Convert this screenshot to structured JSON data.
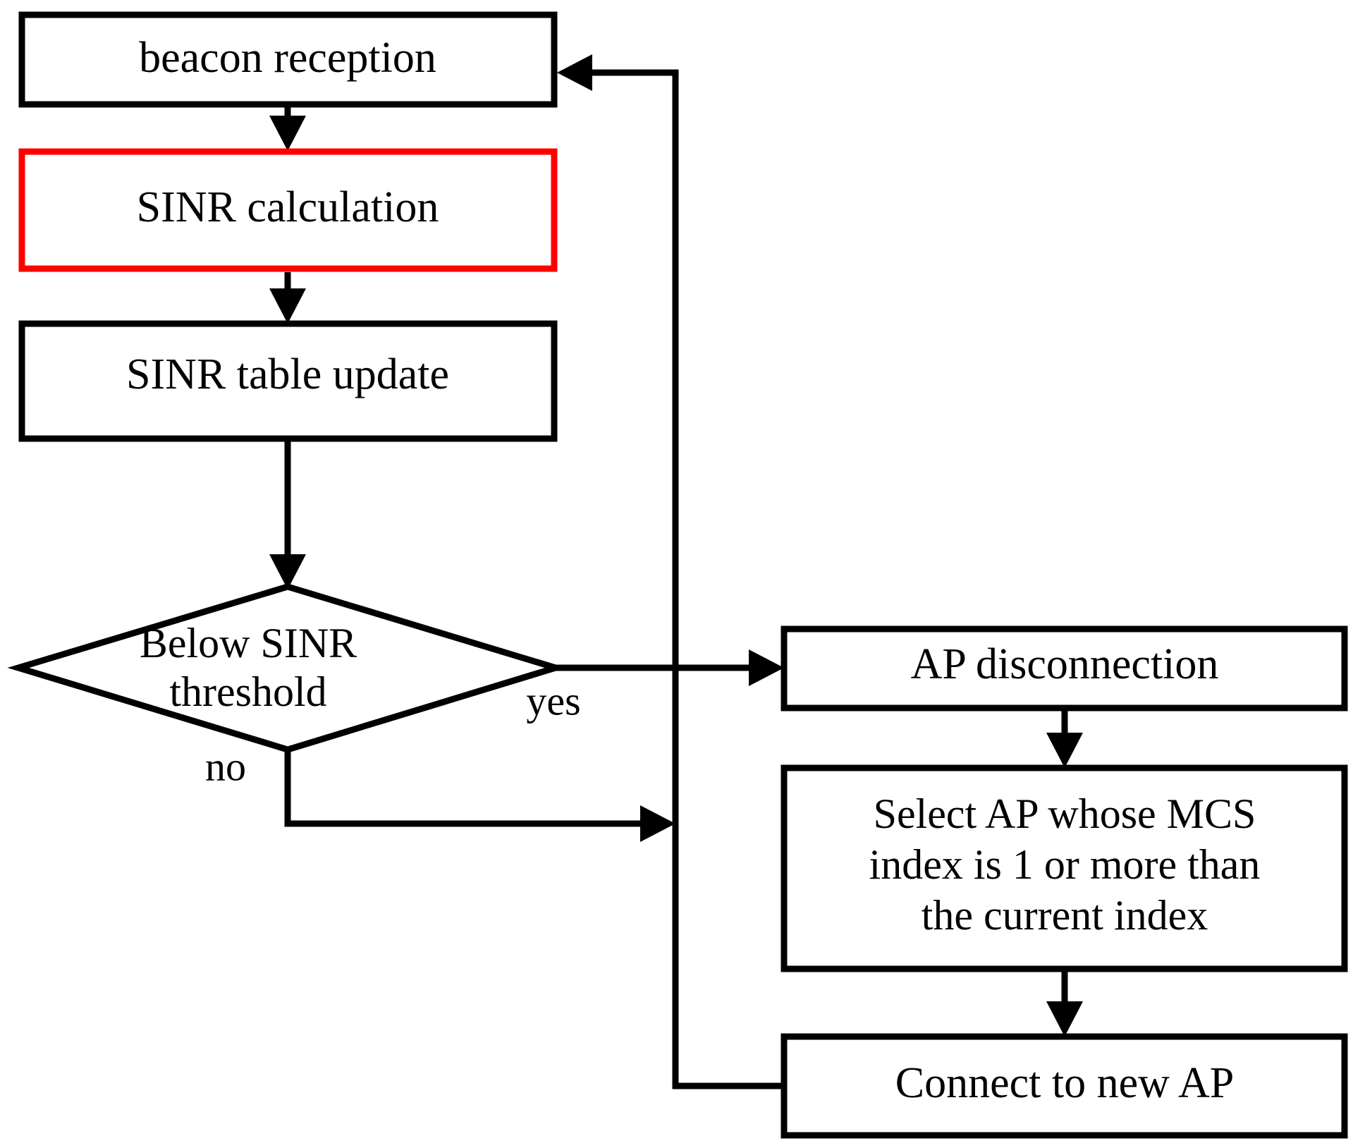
{
  "diagram": {
    "type": "flowchart",
    "title": "",
    "background_color": "#ffffff",
    "default_stroke_color": "#000000",
    "accent_stroke_color": "#ff0000",
    "nodes": {
      "beacon_reception": {
        "label": "beacon reception",
        "shape": "rectangle",
        "stroke": "#000000"
      },
      "sinr_calculation": {
        "label": "SINR calculation",
        "shape": "rectangle",
        "stroke": "#ff0000"
      },
      "sinr_table_update": {
        "label": "SINR table update",
        "shape": "rectangle",
        "stroke": "#000000"
      },
      "below_sinr_threshold": {
        "label_line1": "Below SINR",
        "label_line2": "threshold",
        "shape": "diamond",
        "stroke": "#000000"
      },
      "ap_disconnection": {
        "label": "AP disconnection",
        "shape": "rectangle",
        "stroke": "#000000"
      },
      "select_ap": {
        "label_line1": "Select AP whose MCS",
        "label_line2": "index is 1 or more than",
        "label_line3": "the current index",
        "shape": "rectangle",
        "stroke": "#000000"
      },
      "connect_new_ap": {
        "label": "Connect to new AP",
        "shape": "rectangle",
        "stroke": "#000000"
      }
    },
    "edge_labels": {
      "yes": "yes",
      "no": "no"
    }
  }
}
